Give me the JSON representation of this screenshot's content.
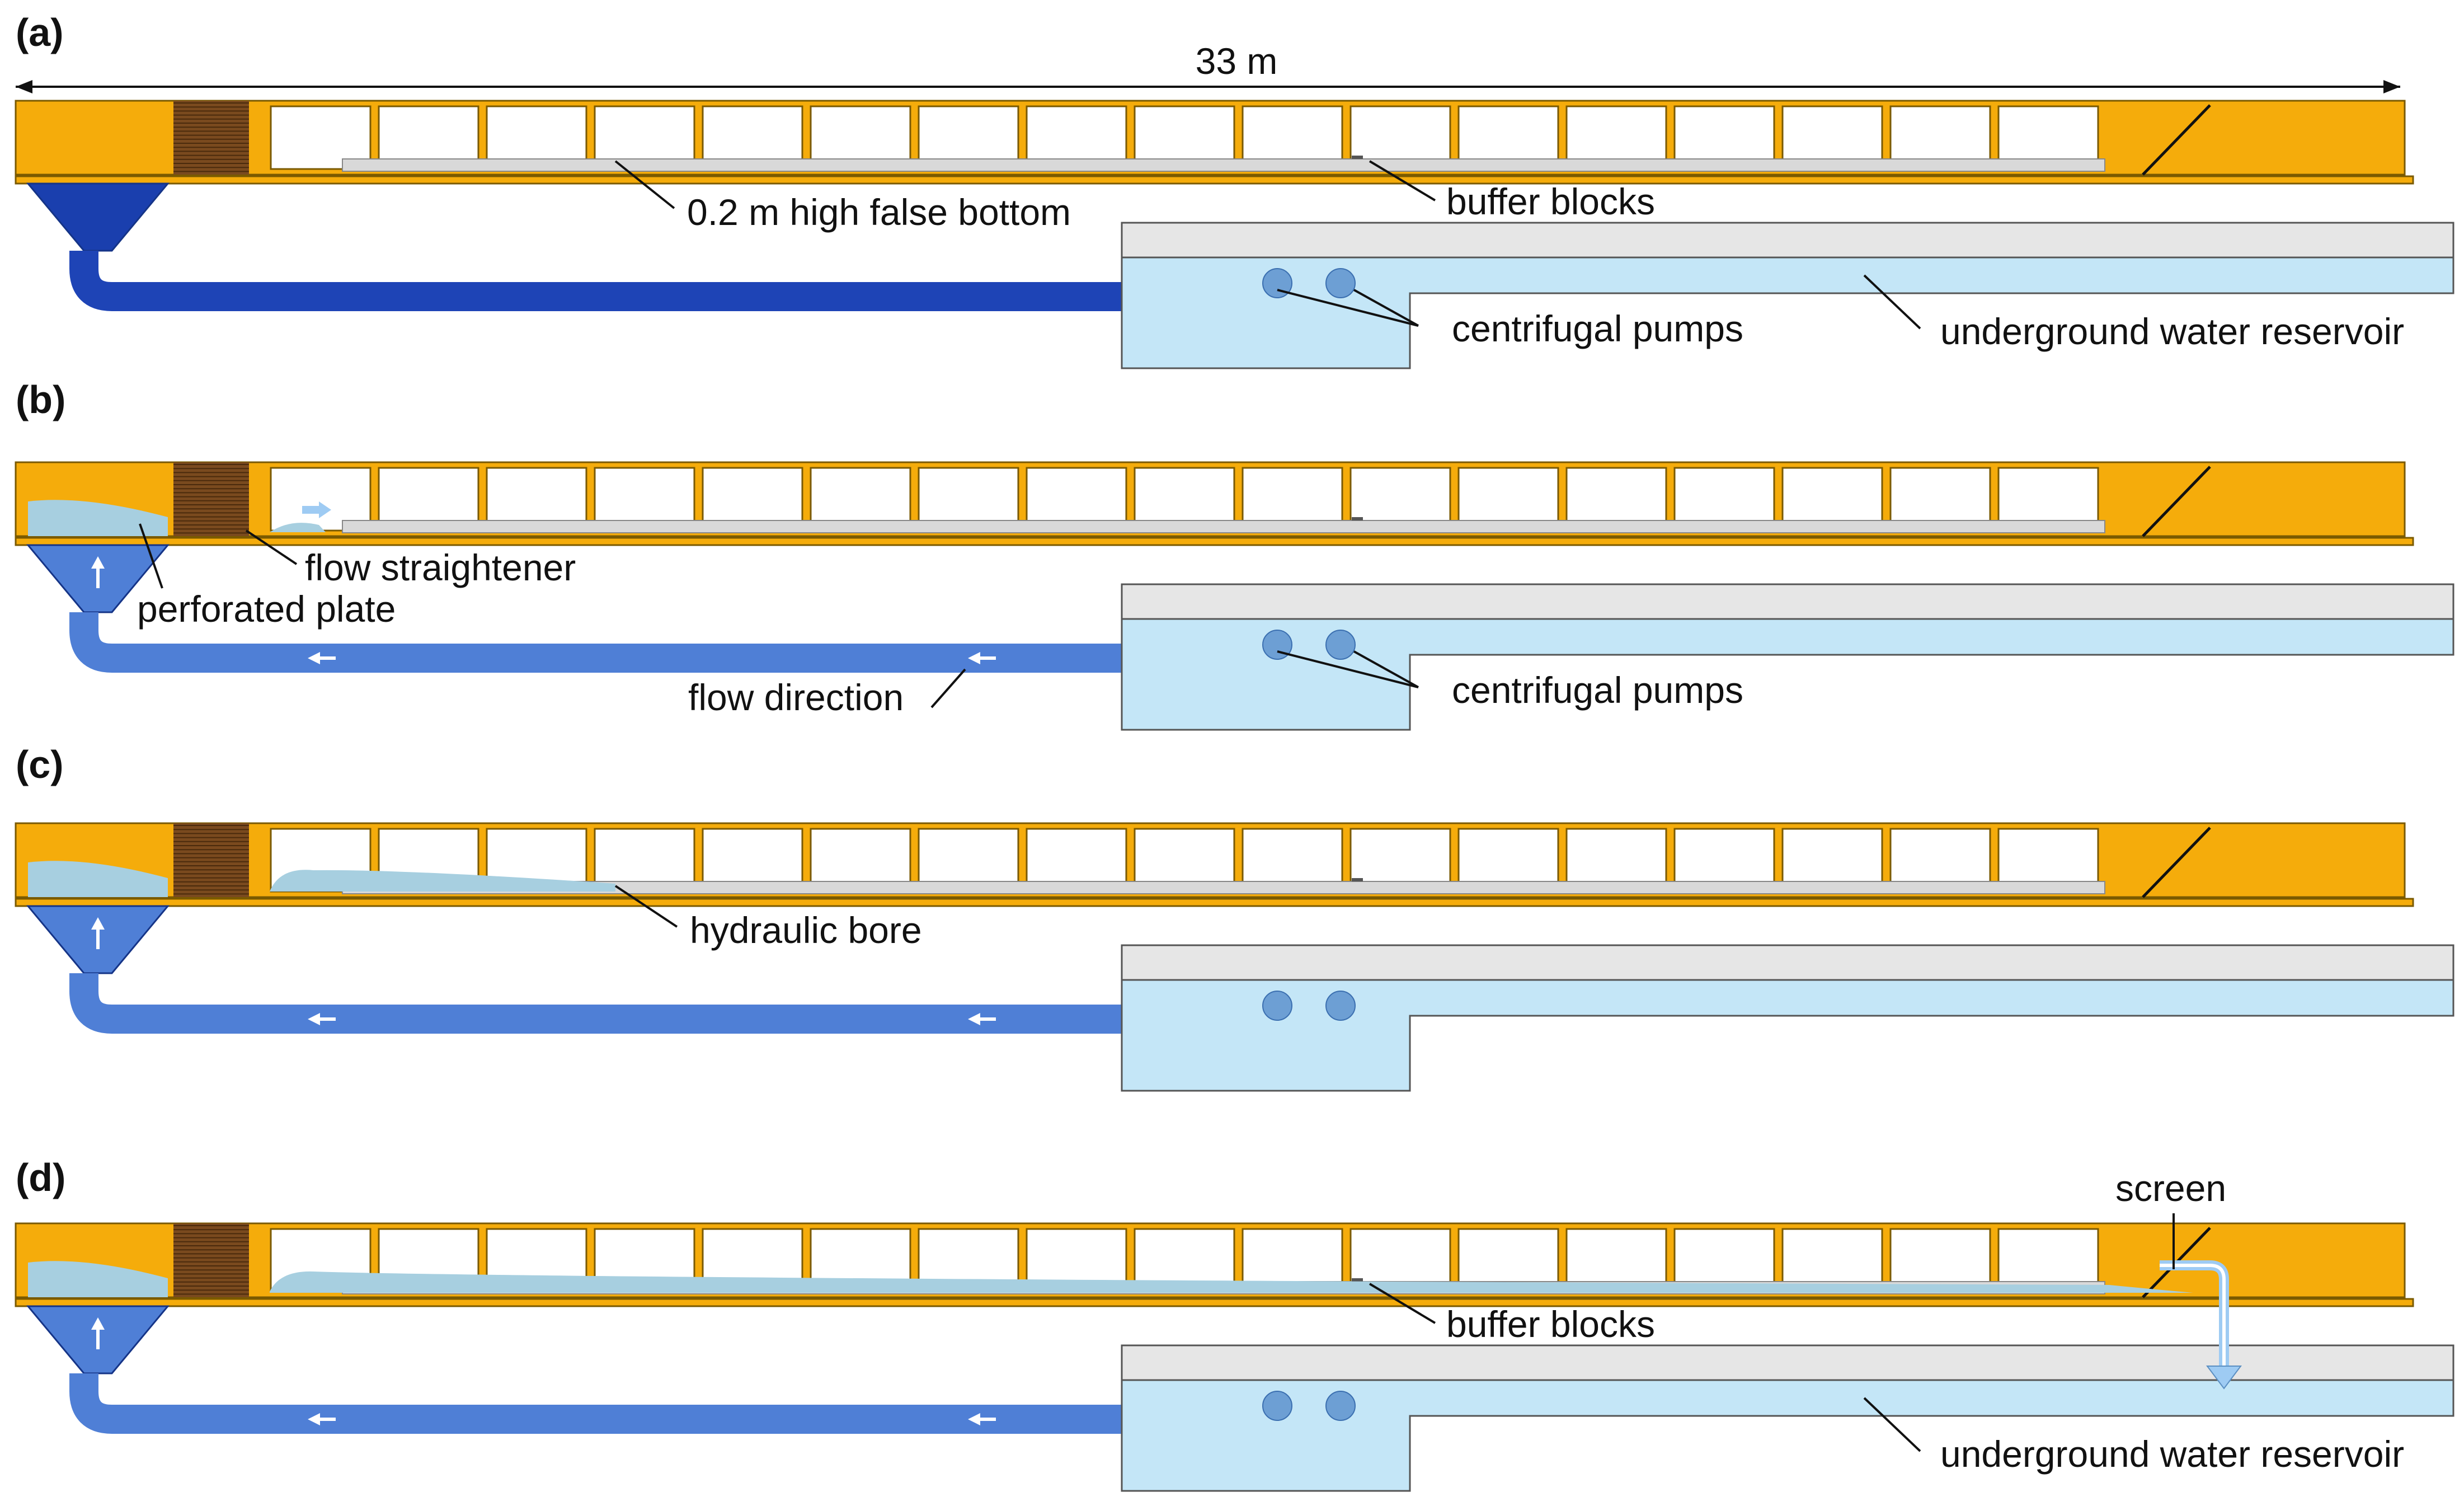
{
  "colors": {
    "frame": "#f5ac0b",
    "frame_stroke": "#7a5a00",
    "window": "#ffffff",
    "straightener": "#7a4a1e",
    "tank_dark": "#1a3fae",
    "tank_light": "#4f7fd6",
    "pipe_dark": "#1e44b6",
    "pipe_light": "#4f7fd6",
    "reservoir_fill": "#c4e6f7",
    "reservoir_top": "#e6e6e6",
    "reservoir_stroke": "#555555",
    "false_bottom": "#d9d9d9",
    "water": "#a7cfe0",
    "arrow": "#9ecbf3",
    "line": "#111111"
  },
  "dimension": {
    "label": "33 m"
  },
  "panels": [
    {
      "id": "a",
      "label": "(a)",
      "state": "empty",
      "annotations": {
        "false_bottom": "0.2 m high false bottom",
        "buffer_blocks": "buffer blocks",
        "pumps": "centrifugal pumps",
        "reservoir": "underground water reservoir"
      }
    },
    {
      "id": "b",
      "label": "(b)",
      "state": "inflow",
      "annotations": {
        "flow_straightener": "flow straightener",
        "perforated_plate": "perforated plate",
        "flow_direction": "flow direction",
        "pumps": "centrifugal pumps"
      }
    },
    {
      "id": "c",
      "label": "(c)",
      "state": "bore",
      "annotations": {
        "hydraulic_bore": "hydraulic bore"
      }
    },
    {
      "id": "d",
      "label": "(d)",
      "state": "full",
      "annotations": {
        "screen": "screen",
        "buffer_blocks": "buffer blocks",
        "reservoir": "underground water reservoir"
      }
    }
  ],
  "icons": {
    "flow_arrow": "left-arrow-icon",
    "up_arrow": "up-arrow-icon",
    "bore_arrow": "right-arrow-icon",
    "outflow_arrow": "down-arrow-icon"
  }
}
